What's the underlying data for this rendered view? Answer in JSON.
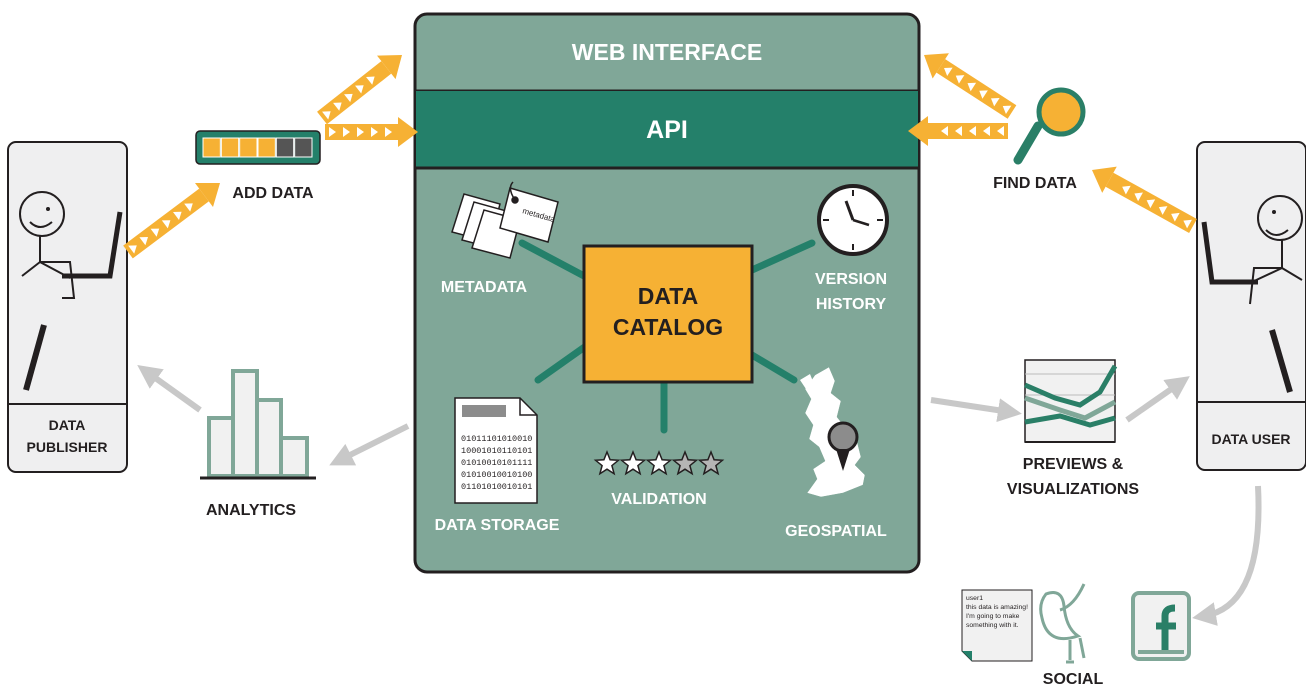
{
  "colors": {
    "panel": "#80a798",
    "api": "#24806a",
    "accent": "#f6b134",
    "dark_green": "#2a7f67",
    "arrow_grey": "#c8c8c8",
    "outline": "#231f20"
  },
  "platform": {
    "web_interface": "WEB INTERFACE",
    "api": "API",
    "center_line1": "DATA",
    "center_line2": "CATALOG",
    "features": {
      "metadata": "METADATA",
      "version_line1": "VERSION",
      "version_line2": "HISTORY",
      "data_storage": "DATA STORAGE",
      "validation": "VALIDATION",
      "geospatial": "GEOSPATIAL"
    },
    "tag_text": "metadata",
    "binary_lines": [
      "01011101010010",
      "10001010110101",
      "01010010101111",
      "01010010010100",
      "01101010010101"
    ],
    "validation_stars": {
      "filled": 3,
      "total": 5
    }
  },
  "publisher": {
    "line1": "DATA",
    "line2": "PUBLISHER"
  },
  "user": {
    "label": "DATA USER"
  },
  "add_data": {
    "label": "ADD DATA",
    "progress_filled": 4,
    "progress_total": 6
  },
  "find_data": {
    "label": "FIND DATA"
  },
  "analytics": {
    "label": "ANALYTICS"
  },
  "previews": {
    "line1": "PREVIEWS &",
    "line2": "VISUALIZATIONS"
  },
  "social": {
    "label": "SOCIAL",
    "comment_lines": [
      "user1",
      "this data is amazing!",
      "I'm going to make",
      "something with it."
    ],
    "fb_letter": "f"
  }
}
